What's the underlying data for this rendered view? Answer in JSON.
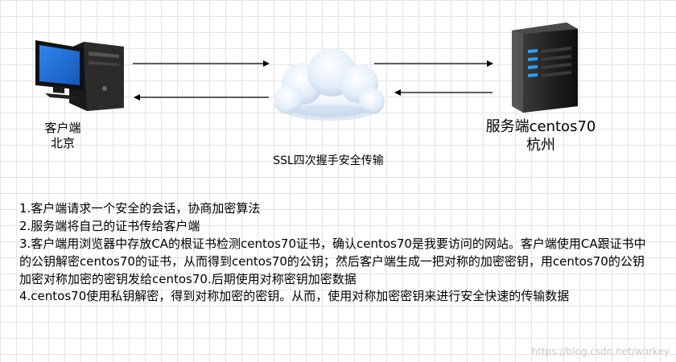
{
  "client": {
    "name": "客户端",
    "location": "北京",
    "icon": "desktop-computer-icon"
  },
  "server": {
    "name": "服务端centos70",
    "location": "杭州",
    "icon": "server-tower-icon"
  },
  "channel": {
    "label": "SSL四次握手安全传输",
    "icon": "cloud-icon"
  },
  "steps": [
    "1.客户端请求一个安全的会话，协商加密算法",
    "2.服务端将自己的证书传给客户端",
    "3.客户端用浏览器中存放CA的根证书检测centos70证书，确认centos70是我要访问的网站。客户端使用CA跟证书中的公钥解密centos70的证书，从而得到centos70的公钥；然后客户端生成一把对称的加密密钥，用centos70的公钥加密对称加密的密钥发给centos70.后期使用对称密钥加密数据",
    "4.centos70使用私钥解密，得到对称加密的密钥。从而，使用对称加密密钥来进行安全快速的传输数据"
  ],
  "watermark": "https://blog.csdn.net/workey",
  "colors": {
    "screen_blue": "#1f6fd6",
    "server_led": "#2e9ef7",
    "cloud_light": "#eef4fc",
    "cloud_shadow": "#b6c9e4",
    "arrow": "#000000"
  }
}
